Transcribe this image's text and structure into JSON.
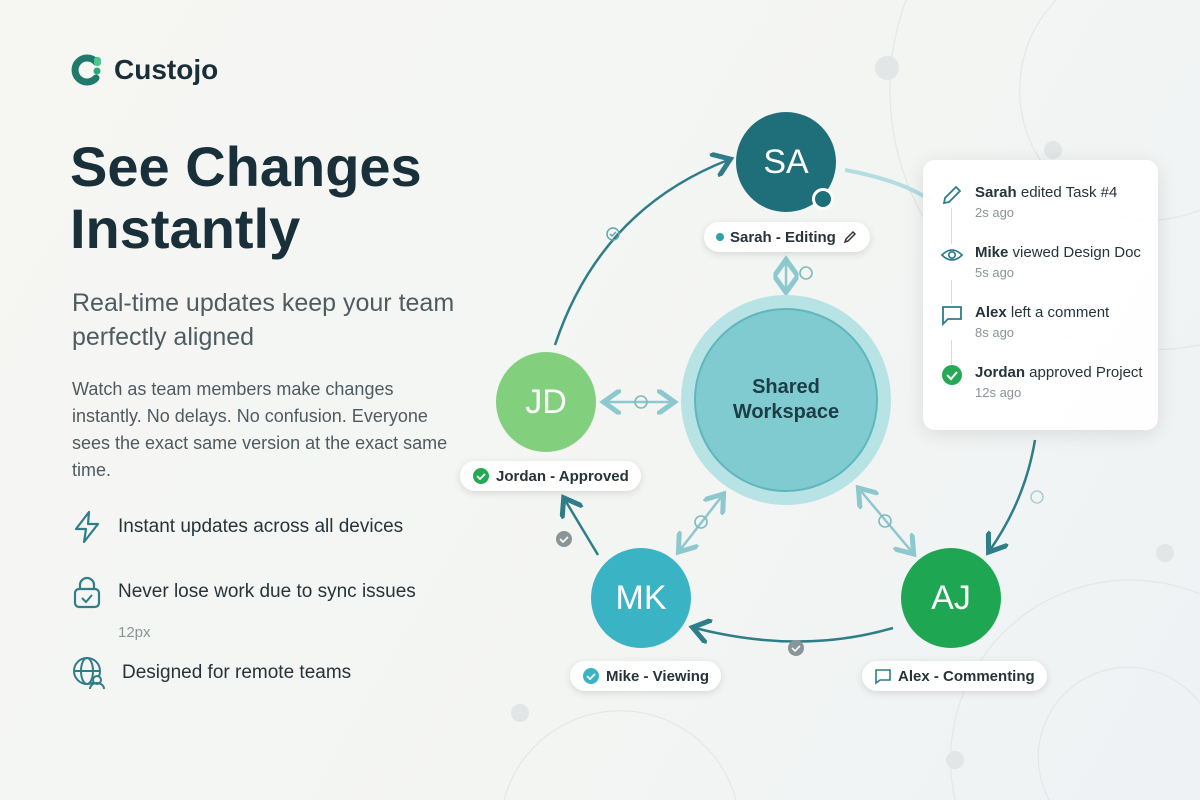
{
  "brand": {
    "name": "Custojo"
  },
  "hero": {
    "title": "See Changes Instantly",
    "subtitle": "Real-time updates keep your team perfectly aligned",
    "body": "Watch as team members make changes instantly. No delays. No confusion. Everyone sees the exact same version at the exact same time."
  },
  "features": [
    {
      "icon": "lightning-icon",
      "label": "Instant updates across all devices"
    },
    {
      "icon": "lock-check-icon",
      "label": "Never lose work due to sync issues"
    },
    {
      "icon": "globe-user-icon",
      "label": "Designed for remote teams"
    }
  ],
  "stray_note": "12px",
  "workspace": {
    "label": "Shared Workspace"
  },
  "members": [
    {
      "initials": "SA",
      "status": "Sarah - Editing",
      "color": "#1e6f7a"
    },
    {
      "initials": "JD",
      "status": "Jordan - Approved",
      "color": "#82d07e"
    },
    {
      "initials": "MK",
      "status": "Mike - Viewing",
      "color": "#3ab3c5"
    },
    {
      "initials": "AJ",
      "status": "Alex - Commenting",
      "color": "#1fa653"
    }
  ],
  "activity": [
    {
      "icon": "pencil-icon",
      "name": "Sarah",
      "action": " edited Task #4",
      "time": "2s ago"
    },
    {
      "icon": "eye-icon",
      "name": "Mike",
      "action": " viewed Design Doc",
      "time": "5s ago"
    },
    {
      "icon": "comment-icon",
      "name": "Alex",
      "action": " left a comment",
      "time": "8s ago"
    },
    {
      "icon": "check-circle-icon",
      "name": "Jordan",
      "action": " approved Project",
      "time": "12s ago"
    }
  ]
}
